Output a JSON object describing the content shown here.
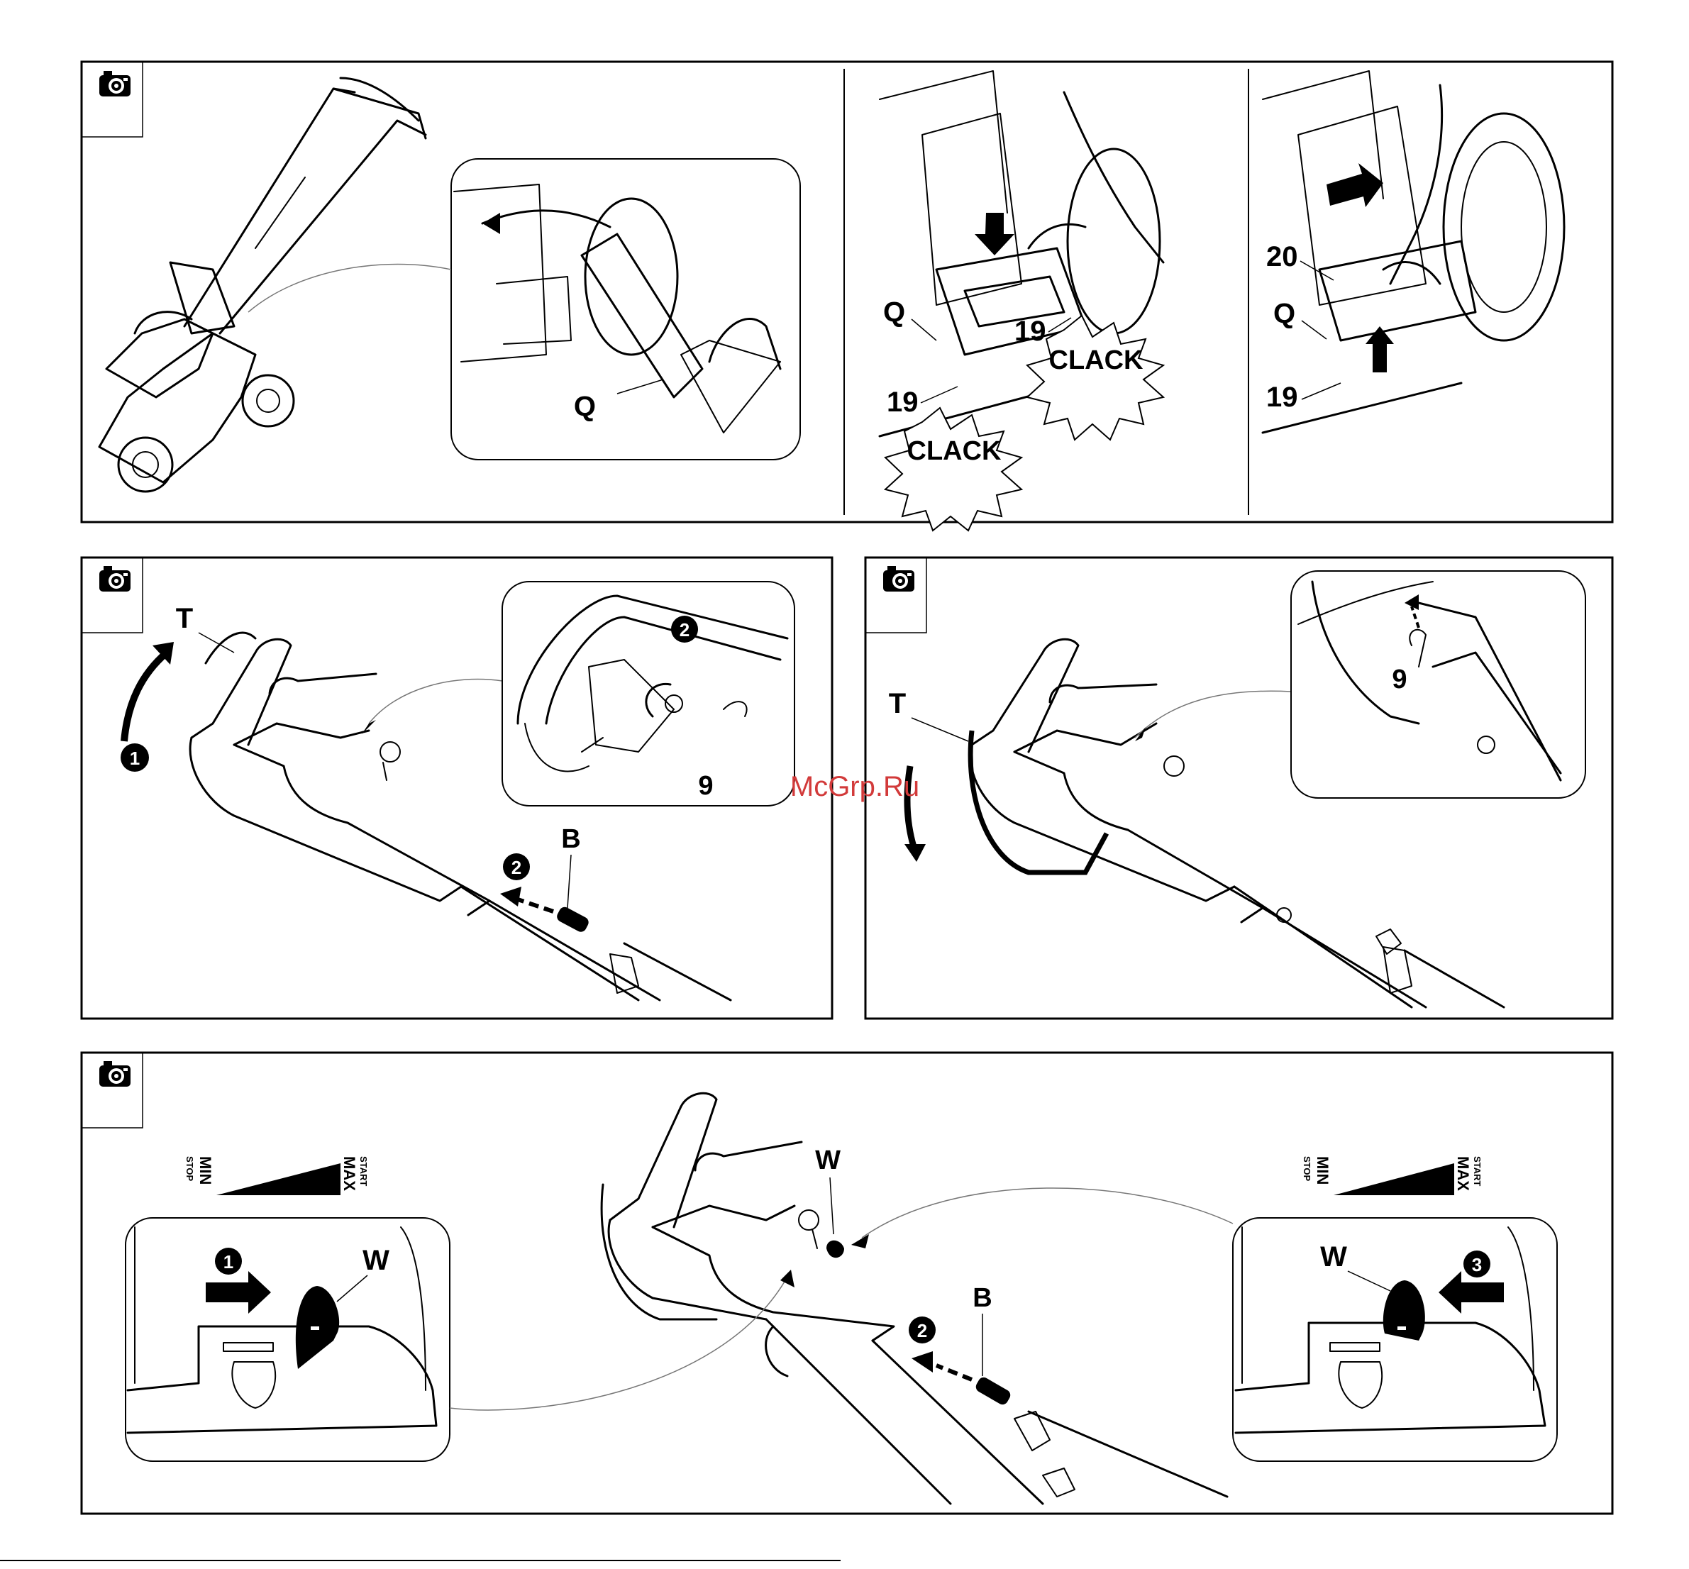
{
  "labels": {
    "q": "Q",
    "n19": "19",
    "n20": "20",
    "t": "T",
    "n9": "9",
    "b": "B",
    "w": "W"
  },
  "sounds": {
    "clack": "CLACK"
  },
  "steps": {
    "one": "1",
    "two": "2",
    "three": "3"
  },
  "throttle": {
    "min": "MIN",
    "stop": "STOP",
    "max": "MAX",
    "start": "START"
  },
  "watermark": "McGrp.Ru"
}
